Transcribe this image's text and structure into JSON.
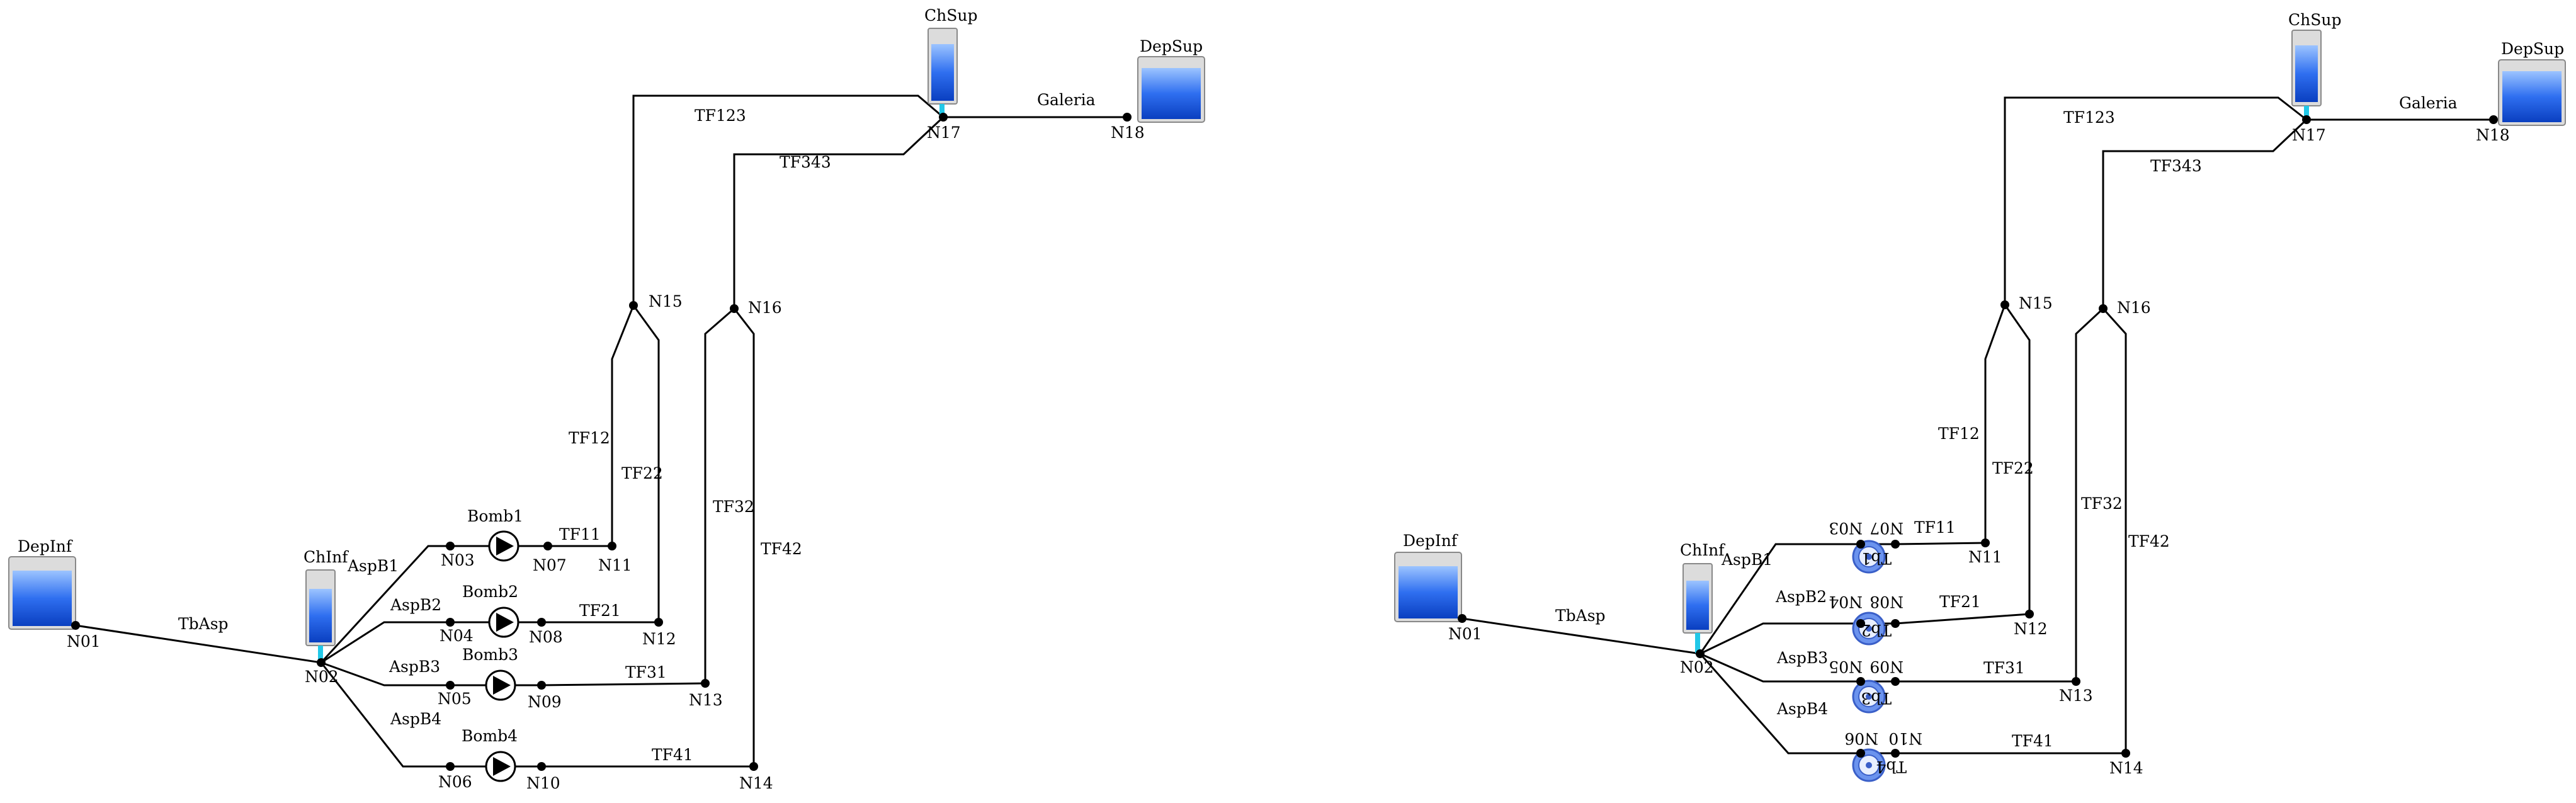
{
  "diagrams": [
    {
      "variant": "pumps",
      "tanks": {
        "lower": "DepInf",
        "upper": "DepSup"
      },
      "chimneys": {
        "lower": "ChInf",
        "upper": "ChSup"
      },
      "nodes": [
        "N01",
        "N02",
        "N03",
        "N04",
        "N05",
        "N06",
        "N07",
        "N08",
        "N09",
        "N10",
        "N11",
        "N12",
        "N13",
        "N14",
        "N15",
        "N16",
        "N17",
        "N18"
      ],
      "pipes": [
        "TbAsp",
        "AspB1",
        "AspB2",
        "AspB3",
        "AspB4",
        "TF11",
        "TF21",
        "TF31",
        "TF41",
        "TF12",
        "TF22",
        "TF32",
        "TF42",
        "TF123",
        "TF343",
        "Galeria"
      ],
      "pumps": [
        "Bomb1",
        "Bomb2",
        "Bomb3",
        "Bomb4"
      ]
    },
    {
      "variant": "turbines",
      "tanks": {
        "lower": "DepInf",
        "upper": "DepSup"
      },
      "chimneys": {
        "lower": "ChInf",
        "upper": "ChSup"
      },
      "nodes": [
        "N01",
        "N02",
        "N03",
        "N04",
        "N05",
        "N06",
        "N07",
        "N08",
        "N09",
        "N10",
        "N11",
        "N12",
        "N13",
        "N14",
        "N15",
        "N16",
        "N17",
        "N18"
      ],
      "pipes": [
        "TbAsp",
        "AspB1",
        "AspB2",
        "AspB3",
        "AspB4",
        "TF11",
        "TF21",
        "TF31",
        "TF41",
        "TF12",
        "TF22",
        "TF32",
        "TF42",
        "TF123",
        "TF343",
        "Galeria"
      ],
      "turbines": [
        "Tb1",
        "Tb2",
        "Tb3",
        "Tb4"
      ]
    }
  ],
  "colors": {
    "water": "#1f5fe0",
    "water_light": "#7fb0ff",
    "chimney_link": "#22c8e8",
    "line": "#000000"
  }
}
